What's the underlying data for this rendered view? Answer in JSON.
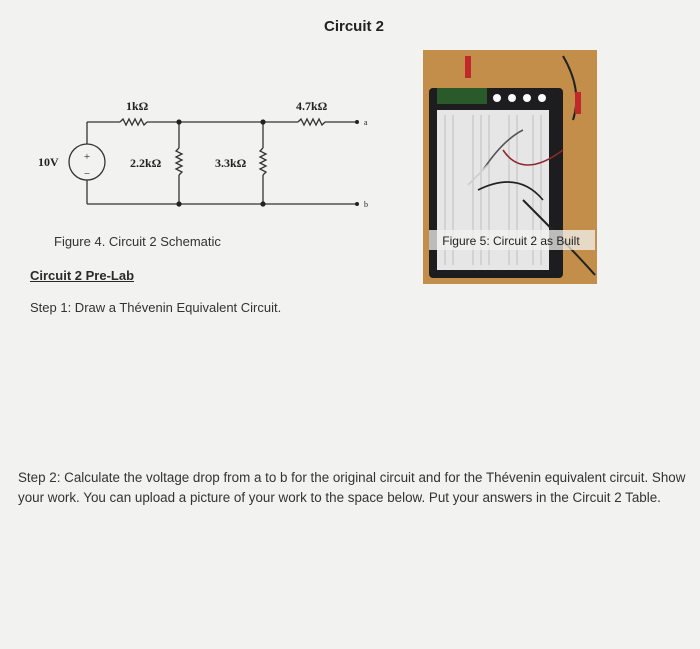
{
  "header": {
    "title": "Circuit 2"
  },
  "schematic": {
    "source": "10V",
    "source_plus": "+",
    "source_minus": "−",
    "r1": "1kΩ",
    "r2": "2.2kΩ",
    "r3": "3.3kΩ",
    "r4": "4.7kΩ",
    "node_a": "a",
    "node_b": "b"
  },
  "figure4": {
    "caption": "Figure 4. Circuit 2 Schematic"
  },
  "figure5": {
    "caption": "Figure 5: Circuit 2 as Built"
  },
  "prelab": {
    "heading": "Circuit 2 Pre-Lab",
    "step1": "Step 1: Draw a Thévenin Equivalent Circuit.",
    "step2": "Step 2: Calculate the voltage drop from a to b for the original circuit and for the Thévenin equivalent circuit. Show your work. You can upload a picture of your work to the space below. Put your answers in the Circuit 2 Table."
  },
  "colors": {
    "background": "#f2f2f0",
    "text": "#2a2a2a",
    "photo_wood": "#c9954f",
    "breadboard": "#e6e6e6",
    "board_frame": "#1d1d1f",
    "probe_red": "#c0282a"
  }
}
